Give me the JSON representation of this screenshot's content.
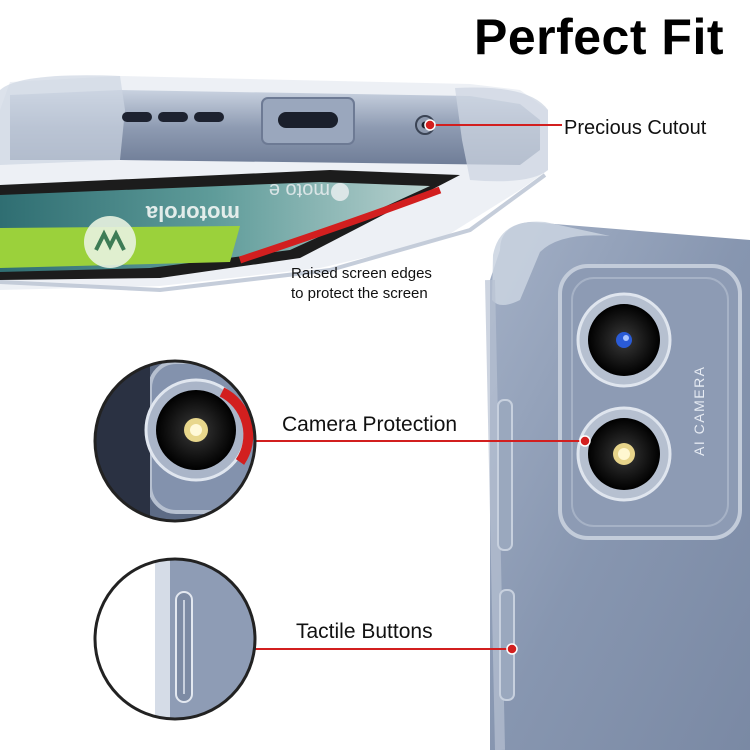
{
  "title": "Perfect Fit",
  "callouts": {
    "precious_cutout": "Precious Cutout",
    "raised_edges_line1": "Raised screen edges",
    "raised_edges_line2": "to protect the screen",
    "camera_protection": "Camera Protection",
    "tactile_buttons": "Tactile Buttons"
  },
  "phone_text": {
    "camera_label": "AI CAMERA",
    "brand_logo": "motorola",
    "model_logo": "moto e"
  },
  "colors": {
    "accent_red": "#d21f1f",
    "case_blue": "#8a9cb8"
  }
}
